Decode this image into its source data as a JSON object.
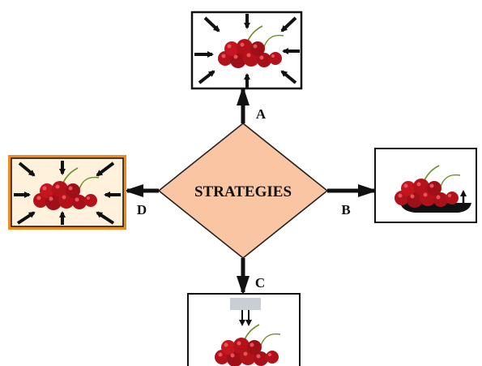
{
  "center": {
    "label": "STRATEGIES",
    "fill": "#f9c5a3"
  },
  "branches": [
    {
      "id": "A",
      "label": "A",
      "direction": "up",
      "scene": "compression-all-sides"
    },
    {
      "id": "B",
      "label": "B",
      "direction": "right",
      "scene": "lift-from-base"
    },
    {
      "id": "C",
      "label": "C",
      "direction": "down",
      "scene": "downward-from-top-block"
    },
    {
      "id": "D",
      "label": "D",
      "direction": "left",
      "scene": "compression-all-sides-framed"
    }
  ],
  "colors": {
    "arrow": "#111111",
    "cherry": "#b3121a",
    "cherry_highlight": "#e8525a",
    "stem": "#6b8e23",
    "frame_d_border": "#f08a1c",
    "frame_d_fill": "#fff1dc",
    "block_c": "#c9ced4",
    "base_b": "#111111"
  },
  "icons": {
    "cherries": "cherry-cluster-icon",
    "arrow": "arrow-icon"
  }
}
